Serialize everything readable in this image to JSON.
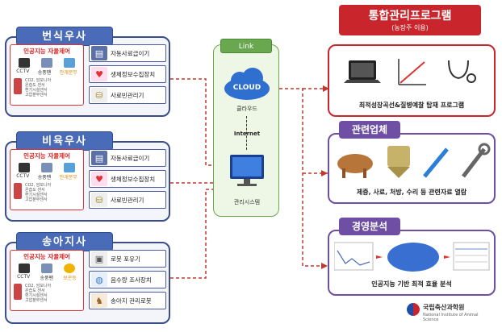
{
  "barns": [
    {
      "title": "번식우사",
      "ai_title": "인공지능 자율제어",
      "ai_labels": [
        "CCTV",
        "송풍팬",
        "안개분무"
      ],
      "ai_small": [
        "CO2, 암모니아",
        "온습도 센서",
        "환기시설센서",
        "고압분무센서"
      ],
      "devices": [
        {
          "label": "자동사료급이기",
          "icon": "feeder-icon"
        },
        {
          "label": "생체정보수집장치",
          "icon": "heart-icon"
        },
        {
          "label": "사료빈관리기",
          "icon": "silo-icon"
        }
      ]
    },
    {
      "title": "비육우사",
      "ai_title": "인공지능 자율제어",
      "ai_labels": [
        "CCTV",
        "송풍팬",
        "안개분무"
      ],
      "ai_small": [
        "CO2, 암모니아",
        "온습도 센서",
        "환기시설센서",
        "고압분무센서"
      ],
      "devices": [
        {
          "label": "자동사료급이기",
          "icon": "feeder-icon"
        },
        {
          "label": "생체정보수집장치",
          "icon": "heart-icon"
        },
        {
          "label": "사료빈관리기",
          "icon": "silo-icon"
        }
      ]
    },
    {
      "title": "송아지사",
      "ai_title": "인공지능 자율제어",
      "ai_labels": [
        "CCTV",
        "송풍팬",
        "보온등"
      ],
      "ai_small": [
        "CO2, 암모니아",
        "온습도 센서",
        "환기시설센서",
        "고압분무센서"
      ],
      "devices": [
        {
          "label": "로봇 포유기",
          "icon": "robot-icon"
        },
        {
          "label": "음수량 조사장치",
          "icon": "water-icon"
        },
        {
          "label": "송아지 관리로봇",
          "icon": "calf-icon"
        }
      ]
    }
  ],
  "link": {
    "title": "Link",
    "cloud": "CLOUD",
    "cloud_caption": "클라우드",
    "internet": "Internet",
    "system_caption": "관리시스템"
  },
  "program": {
    "title": "통합관리프로그램",
    "subtitle": "(농장주 이용)",
    "caption": "최적성장곡선&질병예찰 탑재 프로그램"
  },
  "related": {
    "title": "관련업체",
    "caption": "제증, 사료, 처방, 수리 등 관련자료 열람"
  },
  "management": {
    "title": "경영분석",
    "caption": "인공지능 기반 최적 효율 분석"
  },
  "institute": {
    "name": "국립축산과학원",
    "sub": "National Institute of Animal Science"
  },
  "colors": {
    "barn_border": "#3b4d8a",
    "barn_title": "#4a6cb8",
    "program_red": "#c8262c",
    "purple": "#6e4fa3",
    "link_green": "#6aa84f"
  }
}
